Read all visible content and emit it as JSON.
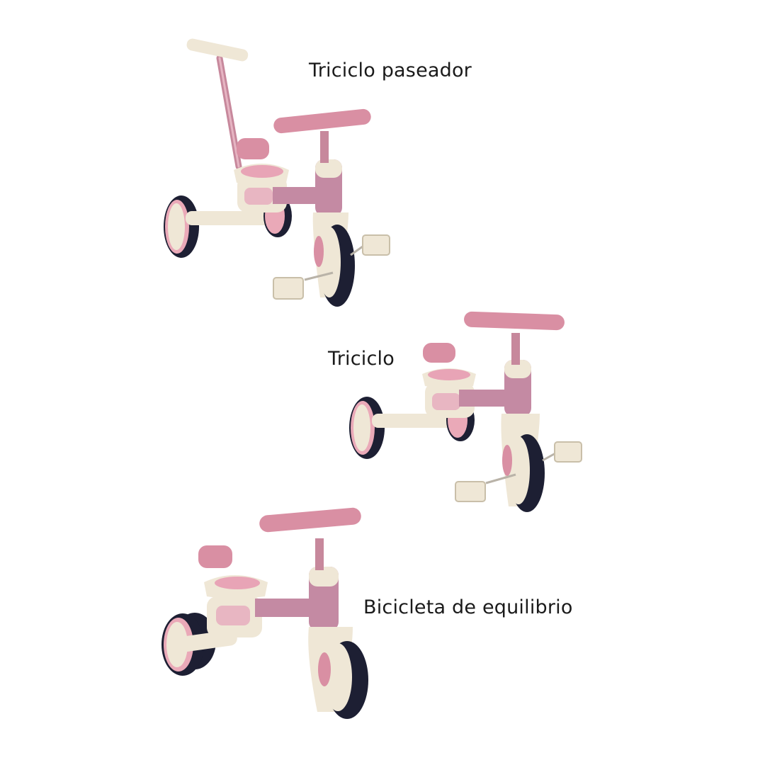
{
  "configurations": [
    {
      "label": "Triciclo paseador"
    },
    {
      "label": "Triciclo"
    },
    {
      "label": "Bicicleta de equilibrio"
    }
  ],
  "colors": {
    "pink": "#d98fa3",
    "pink_light": "#eaa9b8",
    "mauve_frame": "#c48aa3",
    "cream": "#efe7d6",
    "cream_shade": "#ddd3bf",
    "tire": "#1d1f33",
    "handle_pole": "#c7889c"
  }
}
